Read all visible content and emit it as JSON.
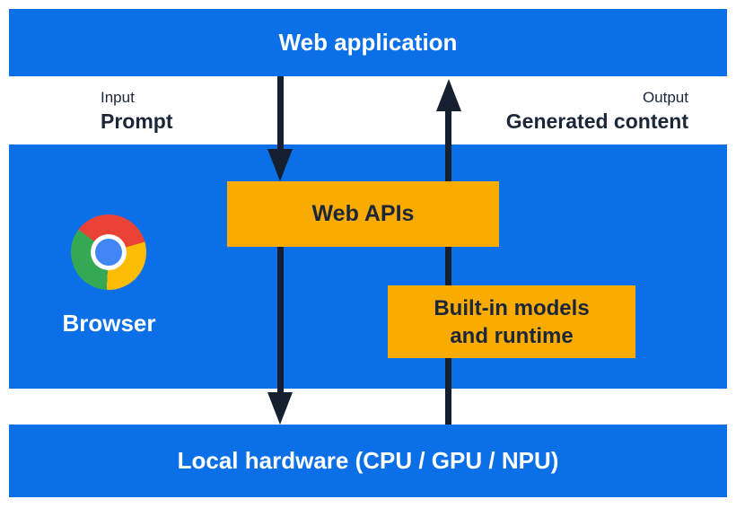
{
  "top_bar": {
    "label": "Web application"
  },
  "flow_labels": {
    "input_title": "Input",
    "input_value": "Prompt",
    "output_title": "Output",
    "output_value": "Generated content"
  },
  "browser_section": {
    "browser_label": "Browser",
    "web_apis_label": "Web APIs",
    "builtin_models_line1": "Built-in models",
    "builtin_models_line2": "and runtime"
  },
  "bottom_bar": {
    "label": "Local hardware (CPU / GPU / NPU)"
  },
  "icons": {
    "chrome_logo": "chrome-browser-logo",
    "down_arrow": "downward-flow-arrow",
    "up_arrow": "upward-flow-arrow"
  },
  "colors": {
    "bg": "#ffffff",
    "blue": "#0b70e8",
    "yellow": "#f9ab00",
    "navy": "#1c2639",
    "arrow": "#161f30",
    "text-white": "#ffffff",
    "chrome-red": "#ea4335",
    "chrome-yellow": "#fbbc04",
    "chrome-green": "#34a853",
    "chrome-blue": "#4285f4"
  }
}
